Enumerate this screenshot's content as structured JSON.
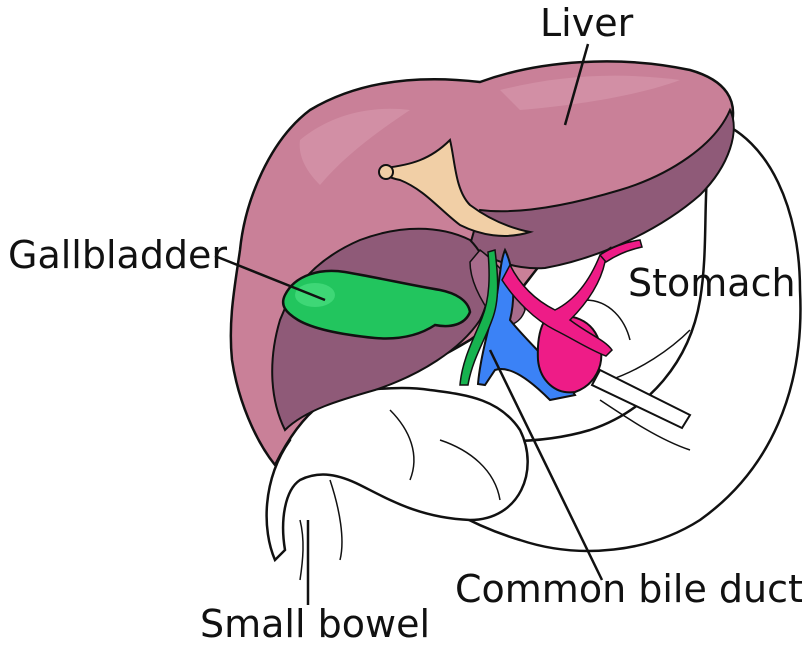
{
  "labels": {
    "liver": "Liver",
    "gallbladder": "Gallbladder",
    "stomach": "Stomach",
    "common_bile_duct": "Common bile duct",
    "small_bowel": "Small bowel"
  },
  "colors": {
    "liver_light": "#c98098",
    "liver_mid": "#b16a86",
    "liver_dark": "#8f5a78",
    "ligament": "#f1cfa6",
    "gallbladder": "#22c55e",
    "bile_duct": "#17b34f",
    "portal_vein": "#3b82f6",
    "artery": "#ee1c87",
    "outline": "#111111",
    "background": "#ffffff"
  }
}
